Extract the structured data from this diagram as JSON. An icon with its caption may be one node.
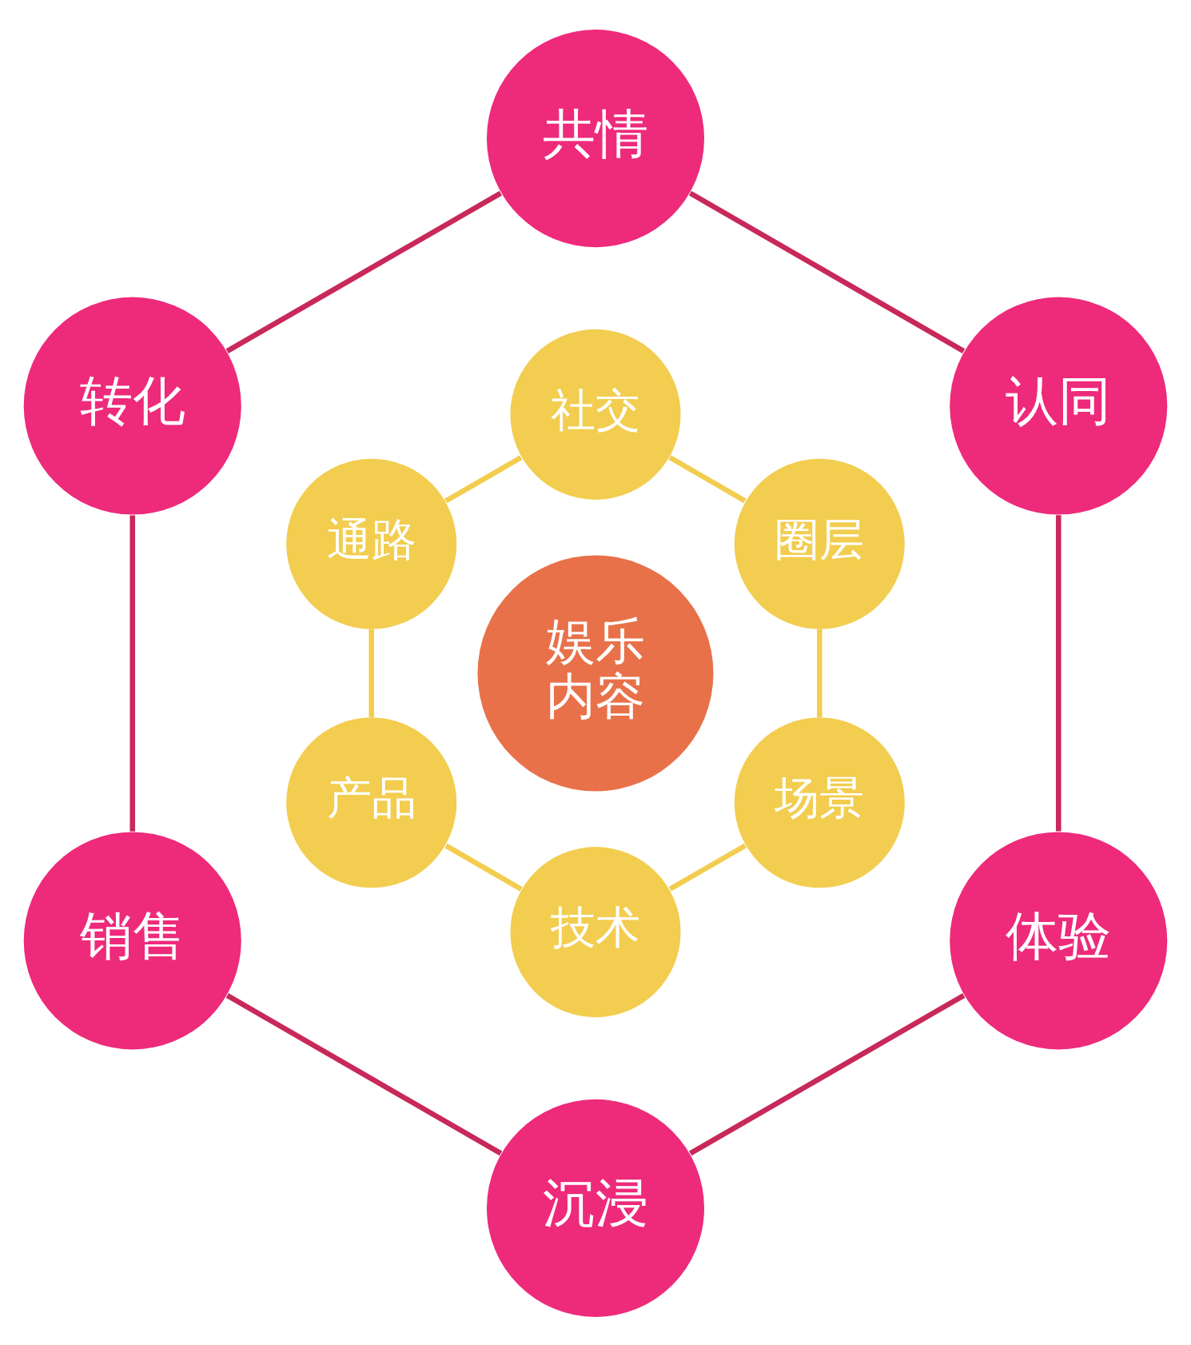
{
  "diagram": {
    "nodes": [
      {
        "text": [
          "认同"
        ]
      },
      {
        "text": [
          "共情"
        ]
      },
      {
        "text": [
          "转化"
        ]
      },
      {
        "text": [
          "销售"
        ]
      },
      {
        "text": [
          "沉浸"
        ]
      },
      {
        "text": [
          "体验"
        ]
      },
      {
        "text": [
          "圈层"
        ]
      },
      {
        "text": [
          "社交"
        ]
      },
      {
        "text": [
          "通路"
        ]
      },
      {
        "text": [
          "产品"
        ]
      },
      {
        "text": [
          "技术"
        ]
      },
      {
        "text": [
          "场景"
        ]
      },
      {
        "text": [
          "娱乐内容"
        ]
      }
    ],
    "edges": [
      {
        "from": 0,
        "to": 1,
        "arrow": "none"
      },
      {
        "from": 1,
        "to": 2,
        "arrow": "none"
      },
      {
        "from": 2,
        "to": 3,
        "arrow": "none"
      },
      {
        "from": 3,
        "to": 4,
        "arrow": "none"
      },
      {
        "from": 4,
        "to": 5,
        "arrow": "none"
      },
      {
        "from": 5,
        "to": 0,
        "arrow": "none"
      },
      {
        "from": 6,
        "to": 7,
        "arrow": "none",
        "color": "#f2cd4f"
      },
      {
        "from": 7,
        "to": 8,
        "arrow": "none",
        "color": "#f2cd4f"
      },
      {
        "from": 8,
        "to": 9,
        "arrow": "none",
        "color": "#f2cd4f"
      },
      {
        "from": 9,
        "to": 10,
        "arrow": "none",
        "color": "#f2cd4f"
      },
      {
        "from": 10,
        "to": 11,
        "arrow": "none",
        "color": "#f2cd4f"
      },
      {
        "from": 11,
        "to": 6,
        "arrow": "none",
        "color": "#f2cd4f"
      }
    ]
  }
}
